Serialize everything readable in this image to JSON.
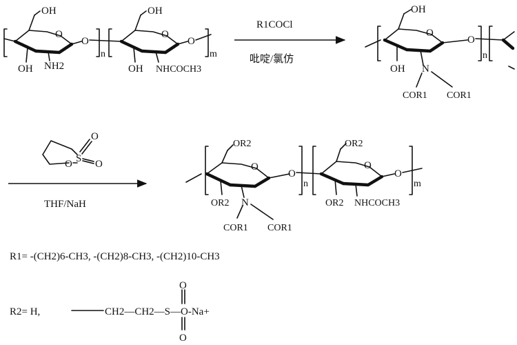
{
  "top_reaction": {
    "reagent": "R1COCl",
    "solvent": "吡啶/氯仿"
  },
  "bottom_reaction": {
    "solvent": "THF/NaH"
  },
  "reactant": {
    "unit1": {
      "oh6": "OH",
      "oh3": "OH",
      "amine": "NH2",
      "ring_o": "O",
      "link_o": "O",
      "sub": "n"
    },
    "unit2": {
      "oh6": "OH",
      "oh3": "OH",
      "amide": "NHCOCH3",
      "ring_o": "O",
      "link_o": "O",
      "sub": "m"
    }
  },
  "intermediate": {
    "unit1": {
      "oh6": "OH",
      "oh3": "OH",
      "nitrogen": "N",
      "acyl_left": "COR1",
      "acyl_right": "COR1",
      "ring_o": "O",
      "link_o": "O",
      "sub": "n"
    }
  },
  "sultone": {
    "ring_s": "S",
    "o_top": "O",
    "o_right": "O",
    "o_ring": "O"
  },
  "product": {
    "unit1": {
      "or6": "OR2",
      "or3": "OR2",
      "nitrogen": "N",
      "acyl_left": "COR1",
      "acyl_right": "COR1",
      "ring_o": "O",
      "link_o": "O",
      "sub": "n"
    },
    "unit2": {
      "or6": "OR2",
      "or3": "OR2",
      "amide": "NHCOCH3",
      "ring_o": "O",
      "link_o": "O",
      "sub": "m"
    }
  },
  "definitions": {
    "r1": "R1= -(CH2)6-CH3,  -(CH2)8-CH3,  -(CH2)10-CH3",
    "r2_prefix": "R2= H,",
    "r2_chain": "CH2—CH2—S—O-Na+",
    "r2_o_top": "O",
    "r2_o_bottom": "O"
  }
}
